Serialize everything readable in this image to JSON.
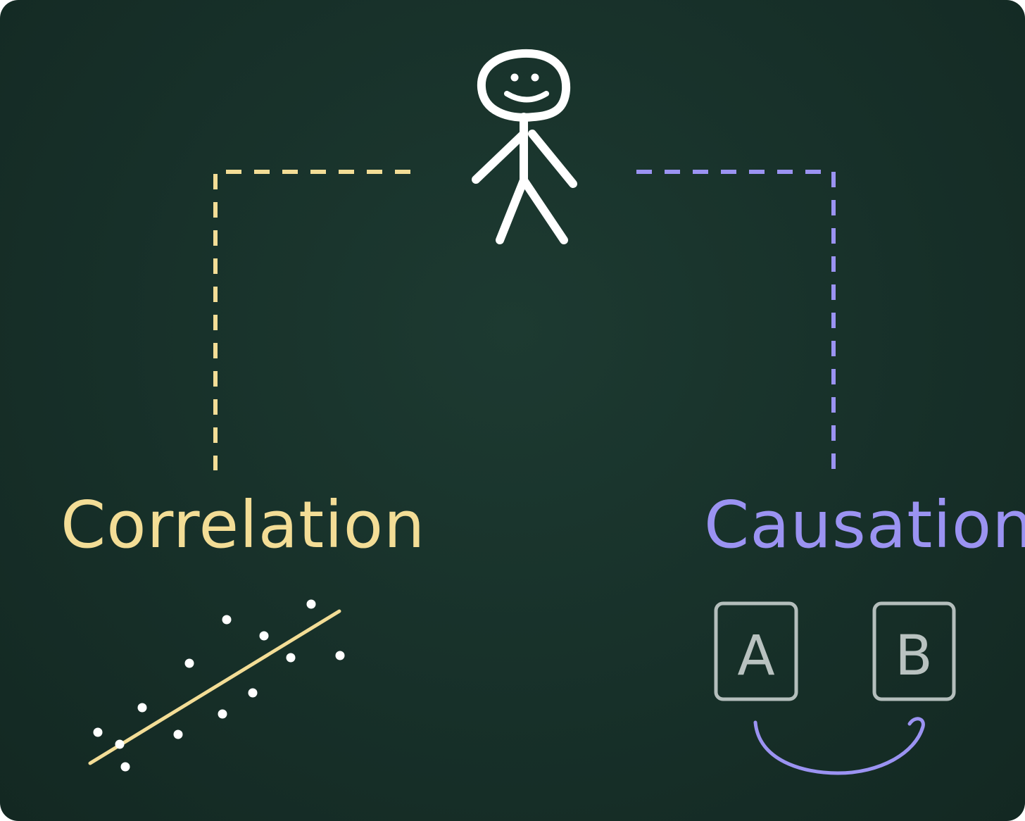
{
  "title": "",
  "person": {
    "icon": "stick-figure-icon"
  },
  "correlation": {
    "label": "Correlation",
    "color": "#f3dd96",
    "icon": "scatter-plot-icon"
  },
  "causation": {
    "label": "Causation",
    "color": "#9b93f2",
    "icon": "cause-effect-icon",
    "node_a": "A",
    "node_b": "B",
    "box_color": "#b4bebc"
  },
  "background_color": "#173029"
}
